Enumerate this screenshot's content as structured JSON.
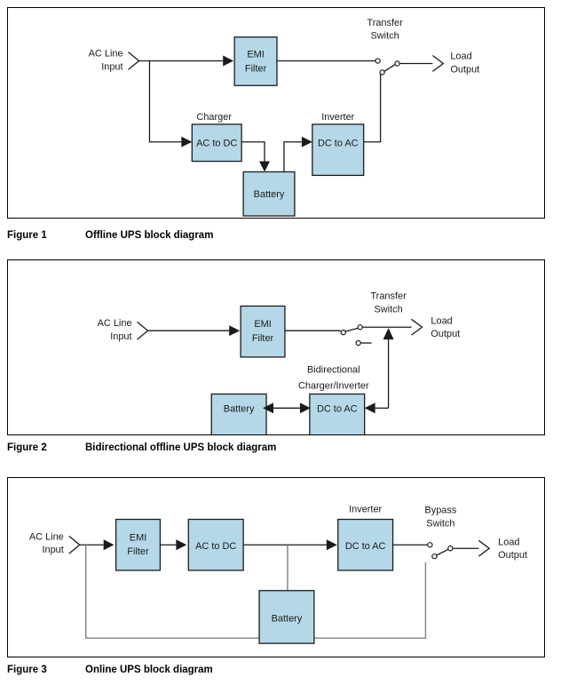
{
  "document": {
    "title": "UPS block diagrams",
    "background_color": "#ffffff",
    "block_fill_color": "#b5d8e8",
    "block_stroke_color": "#1a1a1a",
    "wire_color": "#1a1a1a",
    "bypass_wire_color": "#808080"
  },
  "figures": [
    {
      "id": "figure-1",
      "caption_label": "Figure 1",
      "caption_title": "Offline UPS block diagram",
      "input_label_line1": "AC Line",
      "input_label_line2": "Input",
      "output_label_line1": "Load",
      "output_label_line2": "Output",
      "switch_label_line1": "Transfer",
      "switch_label_line2": "Switch",
      "blocks": [
        {
          "name": "emi-filter",
          "label_line1": "EMI",
          "label_line2": "Filter",
          "title": ""
        },
        {
          "name": "charger",
          "label_line1": "AC to DC",
          "label_line2": "",
          "title": "Charger"
        },
        {
          "name": "battery",
          "label_line1": "Battery",
          "label_line2": "",
          "title": ""
        },
        {
          "name": "inverter",
          "label_line1": "DC to AC",
          "label_line2": "",
          "title": "Inverter"
        }
      ]
    },
    {
      "id": "figure-2",
      "caption_label": "Figure 2",
      "caption_title": "Bidirectional offline UPS block diagram",
      "input_label_line1": "AC Line",
      "input_label_line2": "Input",
      "output_label_line1": "Load",
      "output_label_line2": "Output",
      "switch_label_line1": "Transfer",
      "switch_label_line2": "Switch",
      "blocks": [
        {
          "name": "emi-filter",
          "label_line1": "EMI",
          "label_line2": "Filter",
          "title": ""
        },
        {
          "name": "battery",
          "label_line1": "Battery",
          "label_line2": "",
          "title": ""
        },
        {
          "name": "bidirectional-charger-inverter",
          "label_line1": "DC to AC",
          "label_line2": "",
          "title_line1": "Bidirectional",
          "title_line2": "Charger/Inverter"
        }
      ]
    },
    {
      "id": "figure-3",
      "caption_label": "Figure 3",
      "caption_title": "Online UPS block diagram",
      "input_label_line1": "AC Line",
      "input_label_line2": "Input",
      "output_label_line1": "Load",
      "output_label_line2": "Output",
      "switch_label_line1": "Bypass",
      "switch_label_line2": "Switch",
      "blocks": [
        {
          "name": "emi-filter",
          "label_line1": "EMI",
          "label_line2": "Filter",
          "title": ""
        },
        {
          "name": "rectifier",
          "label_line1": "AC to DC",
          "label_line2": "",
          "title": ""
        },
        {
          "name": "battery",
          "label_line1": "Battery",
          "label_line2": "",
          "title": ""
        },
        {
          "name": "inverter",
          "label_line1": "DC to AC",
          "label_line2": "",
          "title": "Inverter"
        }
      ]
    }
  ]
}
